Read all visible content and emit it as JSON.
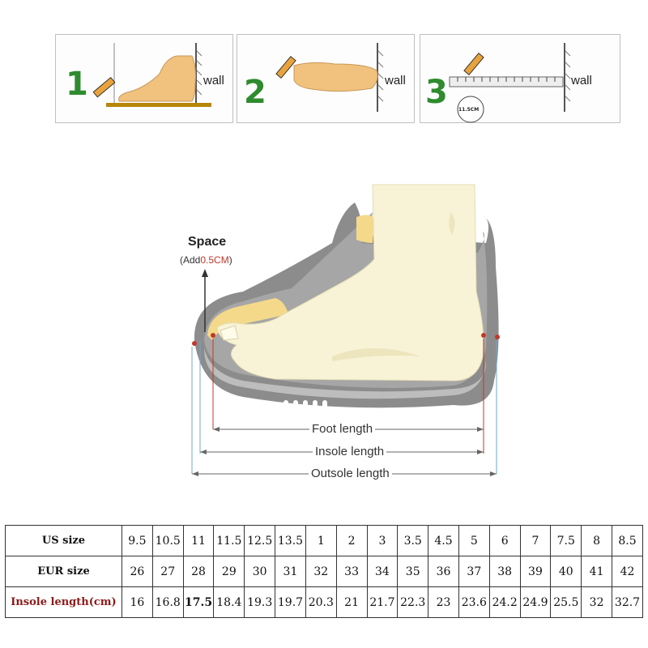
{
  "instructions": {
    "steps": [
      {
        "number": "1",
        "wall_label": "wall"
      },
      {
        "number": "2",
        "wall_label": "wall"
      },
      {
        "number": "3",
        "wall_label": "wall",
        "measure_note": "11.5CM"
      }
    ]
  },
  "diagram": {
    "space_title": "Space",
    "space_sub_prefix": "(Add",
    "space_sub_value": "0.5CM",
    "space_sub_suffix": ")",
    "foot_length_label": "Foot length",
    "insole_length_label": "Insole length",
    "outsole_length_label": "Outsole length"
  },
  "size_table": {
    "rows": [
      {
        "label": "US size",
        "values": [
          "9.5",
          "10.5",
          "11",
          "11.5",
          "12.5",
          "13.5",
          "1",
          "2",
          "3",
          "3.5",
          "4.5",
          "5",
          "6",
          "7",
          "7.5",
          "8",
          "8.5"
        ]
      },
      {
        "label": "EUR size",
        "values": [
          "26",
          "27",
          "28",
          "29",
          "30",
          "31",
          "32",
          "33",
          "34",
          "35",
          "36",
          "37",
          "38",
          "39",
          "40",
          "41",
          "42"
        ]
      },
      {
        "label": "Insole length(cm)",
        "values": [
          "16",
          "16.8",
          "17.5",
          "18.4",
          "19.3",
          "19.7",
          "20.3",
          "21",
          "21.7",
          "22.3",
          "23",
          "23.6",
          "24.2",
          "24.9",
          "25.5",
          "32",
          "32.7"
        ]
      }
    ]
  },
  "colors": {
    "step_number": "#2e8b2e",
    "foot_skin": "#f8f3d6",
    "shoe_gray": "#8c8c8c",
    "insole_yellow": "#f4d98a",
    "guide_line": "#6fa8c8",
    "marker_red": "#c0392b",
    "row_highlight": "#8b1a1a"
  }
}
